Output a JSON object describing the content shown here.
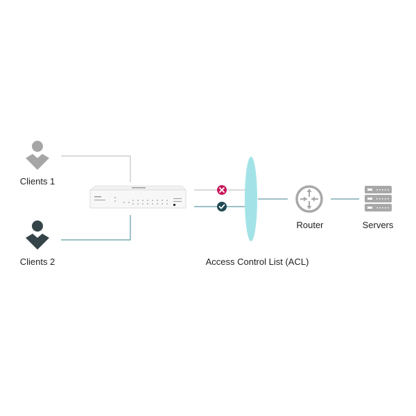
{
  "nodes": {
    "client1": {
      "label": "Clients 1"
    },
    "client2": {
      "label": "Clients 2"
    },
    "acl": {
      "label": "Access Control List (ACL)"
    },
    "router": {
      "label": "Router"
    },
    "servers": {
      "label": "Servers"
    }
  },
  "colors": {
    "client1": "#a6a6a6",
    "client2": "#354449",
    "denied": "#c8175d",
    "allowed": "#1f4a52",
    "acl": "#a3e3e8",
    "teal_line": "#5f9aa3",
    "gray_line": "#c4c4c4",
    "device_gray": "#a8a8a8"
  },
  "icons": {
    "denied": "x-circle-icon",
    "allowed": "check-circle-icon"
  }
}
